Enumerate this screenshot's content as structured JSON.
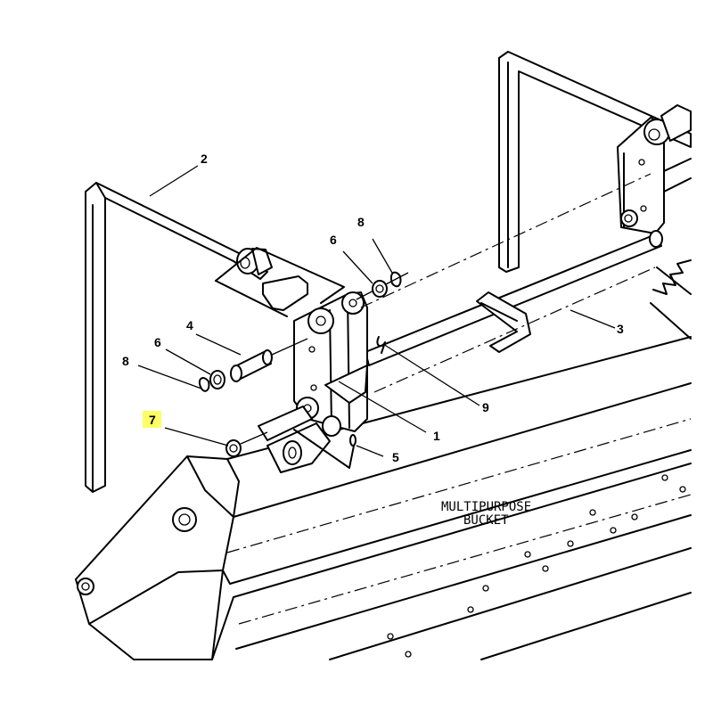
{
  "callouts": {
    "c1": "1",
    "c2": "2",
    "c3": "3",
    "c4": "4",
    "c5": "5",
    "c6a": "6",
    "c6b": "6",
    "c7": "7",
    "c8a": "8",
    "c8b": "8",
    "c9": "9"
  },
  "bucket_label": {
    "line1": "MULTIPURPOSE",
    "line2": "BUCKET"
  },
  "highlight": {
    "callout": "7",
    "color": "#ffff66"
  }
}
